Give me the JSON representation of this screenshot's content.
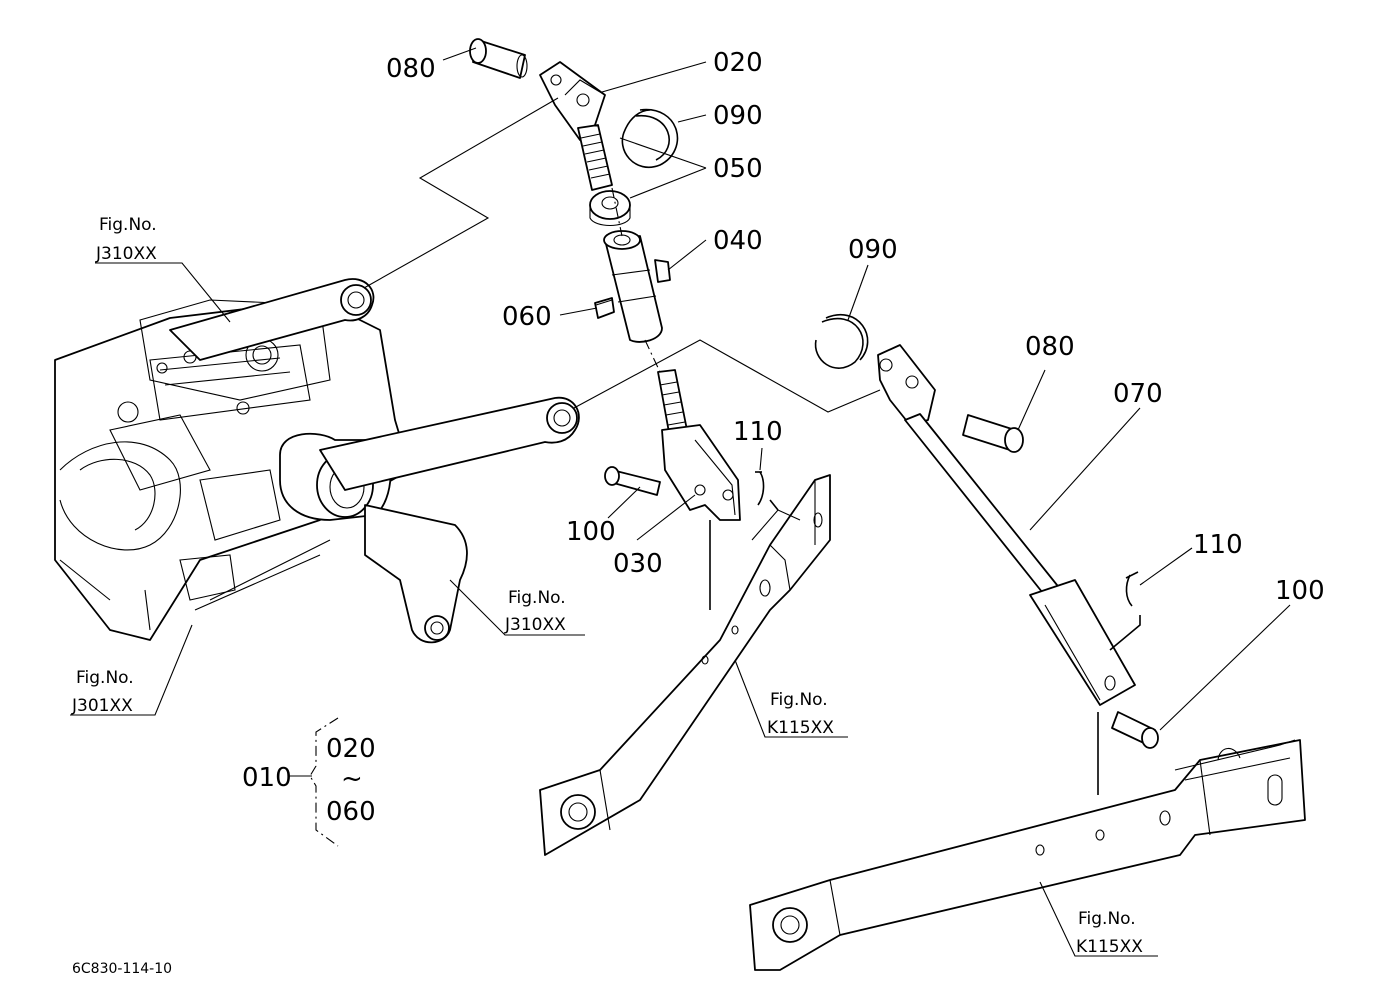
{
  "part_labels": [
    {
      "id": "p080a",
      "text": "080"
    },
    {
      "id": "p020",
      "text": "020"
    },
    {
      "id": "p090a",
      "text": "090"
    },
    {
      "id": "p050",
      "text": "050"
    },
    {
      "id": "p040",
      "text": "040"
    },
    {
      "id": "p060",
      "text": "060"
    },
    {
      "id": "p110a",
      "text": "110"
    },
    {
      "id": "p100a",
      "text": "100"
    },
    {
      "id": "p030",
      "text": "030"
    },
    {
      "id": "p090b",
      "text": "090"
    },
    {
      "id": "p080b",
      "text": "080"
    },
    {
      "id": "p070",
      "text": "070"
    },
    {
      "id": "p110b",
      "text": "110"
    },
    {
      "id": "p100b",
      "text": "100"
    }
  ],
  "fig_refs": [
    {
      "id": "f1",
      "title": "Fig.No.",
      "code": "J310XX"
    },
    {
      "id": "f2",
      "title": "Fig.No.",
      "code": "J310XX"
    },
    {
      "id": "f3",
      "title": "Fig.No.",
      "code": "J301XX"
    },
    {
      "id": "f4",
      "title": "Fig.No.",
      "code": "K115XX"
    },
    {
      "id": "f5",
      "title": "Fig.No.",
      "code": "K115XX"
    }
  ],
  "assembly": {
    "parent": "010",
    "from": "020",
    "tilde": "~",
    "to": "060"
  },
  "drawing_code": "6C830-114-10"
}
